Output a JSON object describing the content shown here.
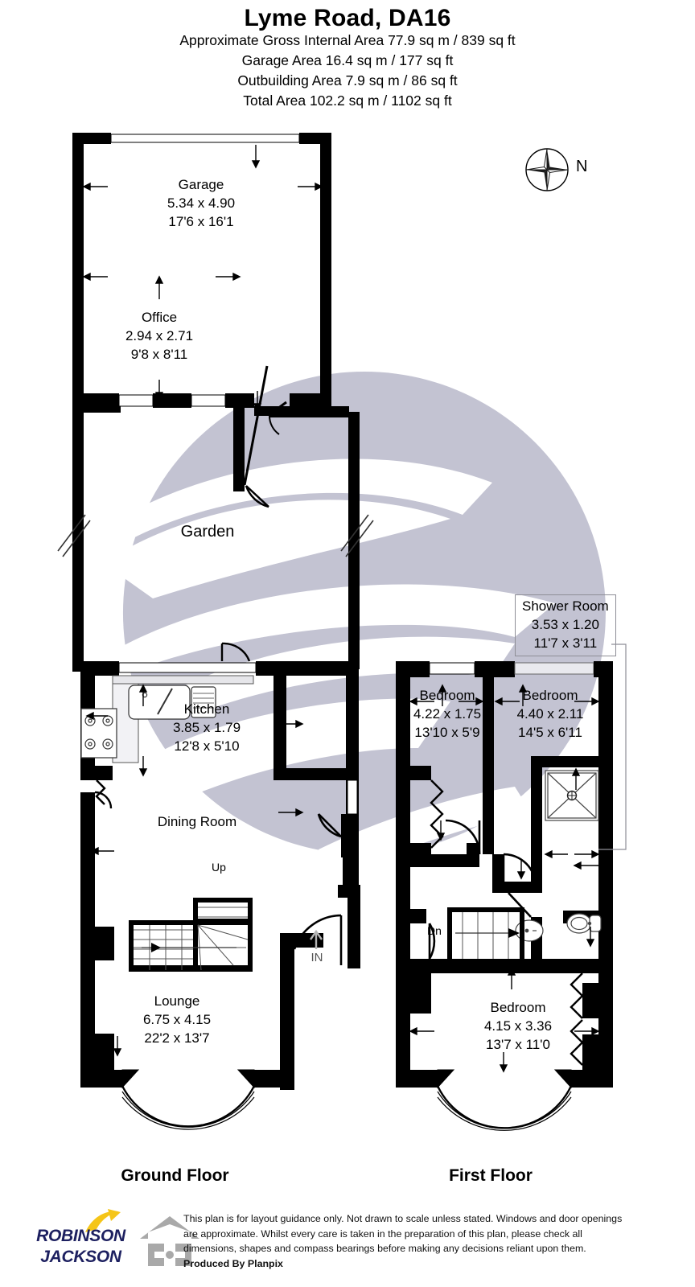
{
  "header": {
    "title": "Lyme Road, DA16",
    "lines": [
      "Approximate Gross Internal Area 77.9 sq m / 839 sq ft",
      "Garage Area 16.4 sq m / 177 sq ft",
      "Outbuilding Area 7.9 sq m / 86 sq ft",
      "Total Area 102.2 sq m / 1102 sq ft"
    ]
  },
  "compass": {
    "label": "N",
    "icon": "compass-rose-icon"
  },
  "floors": [
    {
      "key": "ground",
      "label": "Ground Floor"
    },
    {
      "key": "first",
      "label": "First Floor"
    }
  ],
  "rooms": {
    "garage": {
      "name": "Garage",
      "metric": "5.34 x 4.90",
      "imperial": "17'6 x 16'1"
    },
    "office": {
      "name": "Office",
      "metric": "2.94 x 2.71",
      "imperial": "9'8 x 8'11"
    },
    "garden": {
      "name": "Garden",
      "metric": "",
      "imperial": ""
    },
    "kitchen": {
      "name": "Kitchen",
      "metric": "3.85 x 1.79",
      "imperial": "12'8 x 5'10"
    },
    "dining_room": {
      "name": "Dining Room",
      "metric": "",
      "imperial": ""
    },
    "lounge": {
      "name": "Lounge",
      "metric": "6.75 x 4.15",
      "imperial": "22'2 x 13'7"
    },
    "shower_room": {
      "name": "Shower Room",
      "metric": "3.53 x 1.20",
      "imperial": "11'7 x 3'11"
    },
    "bedroom_1": {
      "name": "Bedroom",
      "metric": "4.22 x 1.75",
      "imperial": "13'10 x 5'9"
    },
    "bedroom_2": {
      "name": "Bedroom",
      "metric": "4.40 x 2.11",
      "imperial": "14'5 x 6'11"
    },
    "bedroom_3": {
      "name": "Bedroom",
      "metric": "4.15 x 3.36",
      "imperial": "13'7 x 11'0"
    }
  },
  "annotations": {
    "stair_up": "Up",
    "stair_dn": "Dn",
    "entrance": "IN"
  },
  "footer": {
    "brand_line1": "ROBINSON",
    "brand_line2": "JACKSON",
    "disclaimer": "This plan is for layout guidance only. Not drawn to scale unless stated. Windows and door openings are approximate. Whilst every care is taken in the preparation of this plan, please check all dimensions, shapes and compass bearings before making any decisions reliant upon them.",
    "produced_by": "Produced By Planpix"
  },
  "colors": {
    "wall": "#000000",
    "watermark": "#c3c3d2",
    "brand_navy": "#1d2060",
    "brand_yellow": "#f5c518",
    "house_icon_gray": "#a9a9a9",
    "leader_gray": "#8e8e96"
  }
}
